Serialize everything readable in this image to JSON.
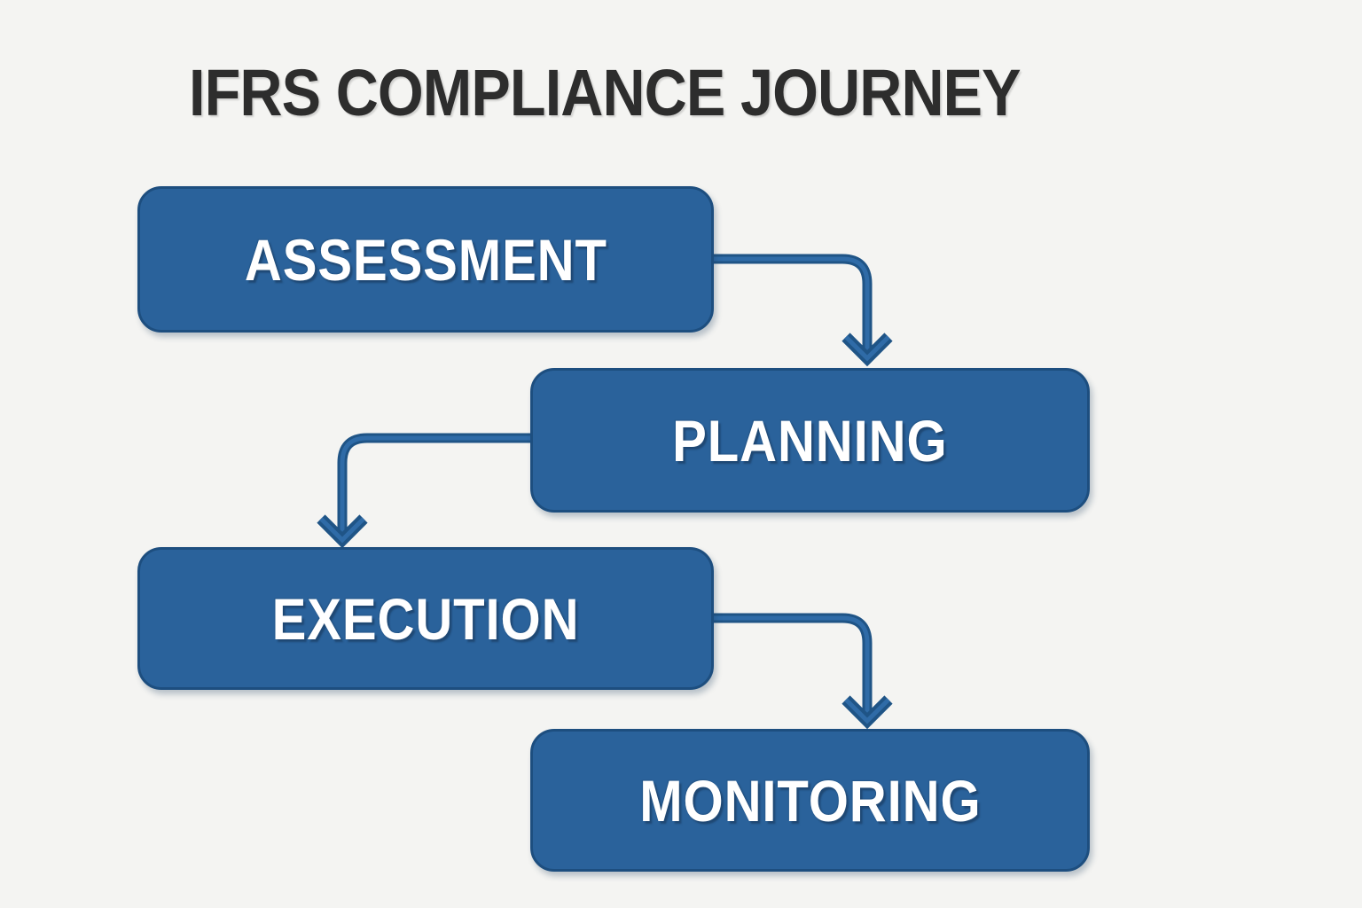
{
  "title": "IFRS COMPLIANCE JOURNEY",
  "diagram": {
    "steps": [
      {
        "label": "ASSESSMENT"
      },
      {
        "label": "PLANNING"
      },
      {
        "label": "EXECUTION"
      },
      {
        "label": "MONITORING"
      }
    ],
    "connectors": [
      {
        "from": "ASSESSMENT",
        "to": "PLANNING",
        "icon": "arrow-down-icon"
      },
      {
        "from": "PLANNING",
        "to": "EXECUTION",
        "icon": "arrow-down-icon"
      },
      {
        "from": "EXECUTION",
        "to": "MONITORING",
        "icon": "arrow-down-icon"
      }
    ]
  },
  "colors": {
    "background": "#f4f4f2",
    "title_text": "#2d2d2d",
    "box_fill": "#2a629b",
    "box_border": "#1d4e7f",
    "label_text": "#ffffff",
    "connector": "#1f5486",
    "connector_core": "#2f6ba7"
  }
}
